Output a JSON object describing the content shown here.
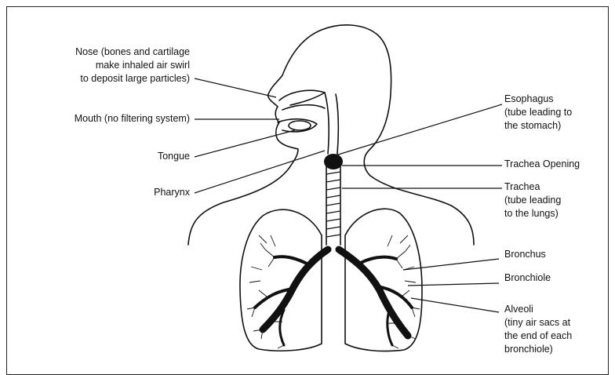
{
  "labels": {
    "nose": "Nose (bones and cartilage\nmake inhaled air swirl\nto deposit large particles)",
    "mouth": "Mouth (no filtering system)",
    "tongue": "Tongue",
    "pharynx": "Pharynx",
    "esophagus": "Esophagus\n(tube leading to\nthe stomach)",
    "trachea_opening": "Trachea Opening",
    "trachea": "Trachea\n(tube leading\nto the lungs)",
    "bronchus": "Bronchus",
    "bronchiole": "Bronchiole",
    "alveoli": "Alveoli\n(tiny air sacs at\nthe end of each\nbronchiole)"
  },
  "colors": {
    "ink": "#111111",
    "background": "#ffffff"
  }
}
